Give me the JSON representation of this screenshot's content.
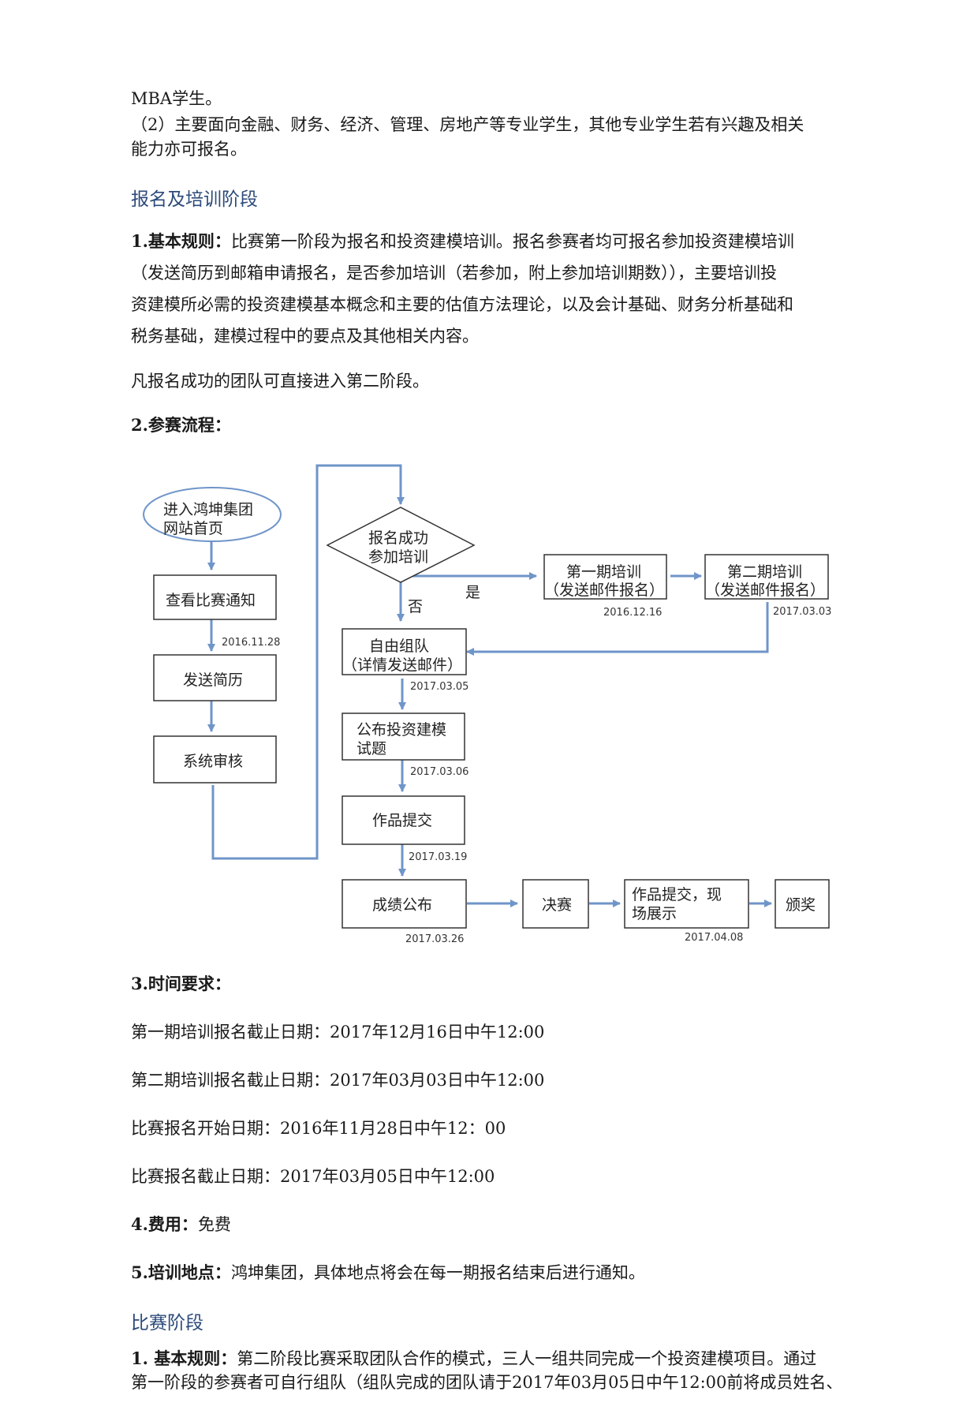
{
  "intro": {
    "line1": "MBA学生。",
    "line2": "（2）主要面向金融、财务、经济、管理、房地产等专业学生，其他专业学生若有兴趣及相关",
    "line3": "能力亦可报名。"
  },
  "section1": {
    "title": "报名及培训阶段",
    "rule_label": "1.基本规则：",
    "rule_l1": "比赛第一阶段为报名和投资建模培训。报名参赛者均可报名参加投资建模培训",
    "rule_l2": "（发送简历到邮箱申请报名，是否参加培训（若参加，附上参加培训期数）），主要培训投",
    "rule_l3": "资建模所必需的投资建模基本概念和主要的估值方法理论，以及会计基础、财务分析基础和",
    "rule_l4": "税务基础，建模过程中的要点及其他相关内容。",
    "note": "凡报名成功的团队可直接进入第二阶段。",
    "flow_label": "2.参赛流程："
  },
  "flow": {
    "start": [
      "进入鸿坤集团",
      "网站首页"
    ],
    "view": "查看比赛通知",
    "date_1128": "2016.11.28",
    "send": "发送简历",
    "review": "系统审核",
    "decision": [
      "报名成功",
      "参加培训"
    ],
    "yes": "是",
    "no": "否",
    "train1": [
      "第一期培训",
      "（发送邮件报名）"
    ],
    "date_1216": "2016.12.16",
    "train2": [
      "第二期培训",
      "（发送邮件报名）"
    ],
    "date_0303": "2017.03.03",
    "team": [
      "自由组队",
      "（详情发送邮件）"
    ],
    "date_0305": "2017.03.05",
    "publish": [
      "公布投资建模",
      "试题"
    ],
    "date_0306": "2017.03.06",
    "submit": "作品提交",
    "date_0319": "2017.03.19",
    "results": "成绩公布",
    "date_0326": "2017.03.26",
    "final": "决赛",
    "show": [
      "作品提交，现",
      "场展示"
    ],
    "date_0408": "2017.04.08",
    "award": "颁奖",
    "colors": {
      "arrow": "#6f95c9",
      "box": "#333333"
    }
  },
  "time": {
    "title": "3.时间要求：",
    "r1": "第一期培训报名截止日期：2017年12月16日中午12:00",
    "r2": "第二期培训报名截止日期：2017年03月03日中午12:00",
    "r3": "比赛报名开始日期：2016年11月28日中午12：00",
    "r4": "比赛报名截止日期：2017年03月05日中午12:00"
  },
  "fee": {
    "label": "4.费用：",
    "value": "免费"
  },
  "place": {
    "label": "5.培训地点：",
    "value": "鸿坤集团，具体地点将会在每一期报名结束后进行通知。"
  },
  "section2": {
    "title": "比赛阶段",
    "rule_label": "1. 基本规则：",
    "rule_l1": "第二阶段比赛采取团队合作的模式，三人一组共同完成一个投资建模项目。通过",
    "rule_l2": "第一阶段的参赛者可自行组队（组队完成的团队请于2017年03月05日中午12:00前将成员姓名、"
  }
}
